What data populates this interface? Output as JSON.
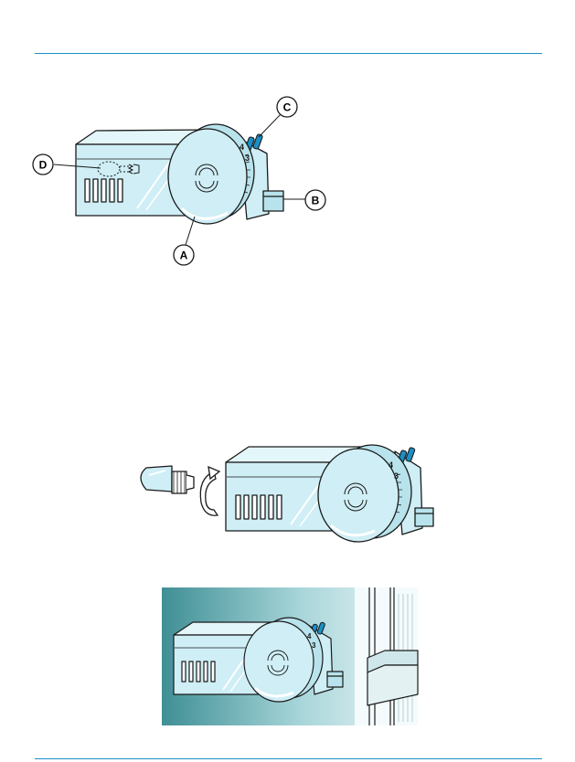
{
  "callouts": {
    "a": "A",
    "b": "B",
    "c": "C",
    "d": "D"
  },
  "dial_marks": [
    "4",
    "3"
  ],
  "colors": {
    "rule": "#1a8fc6",
    "housing_fill": "#cfeef5",
    "outline": "#1a1a1a",
    "wall_dark": "#3f8f95",
    "wall_light": "#e6f5f6"
  },
  "icons": {
    "rotation": "rotate-arrow-icon",
    "bulb": "light-bulb-icon"
  }
}
